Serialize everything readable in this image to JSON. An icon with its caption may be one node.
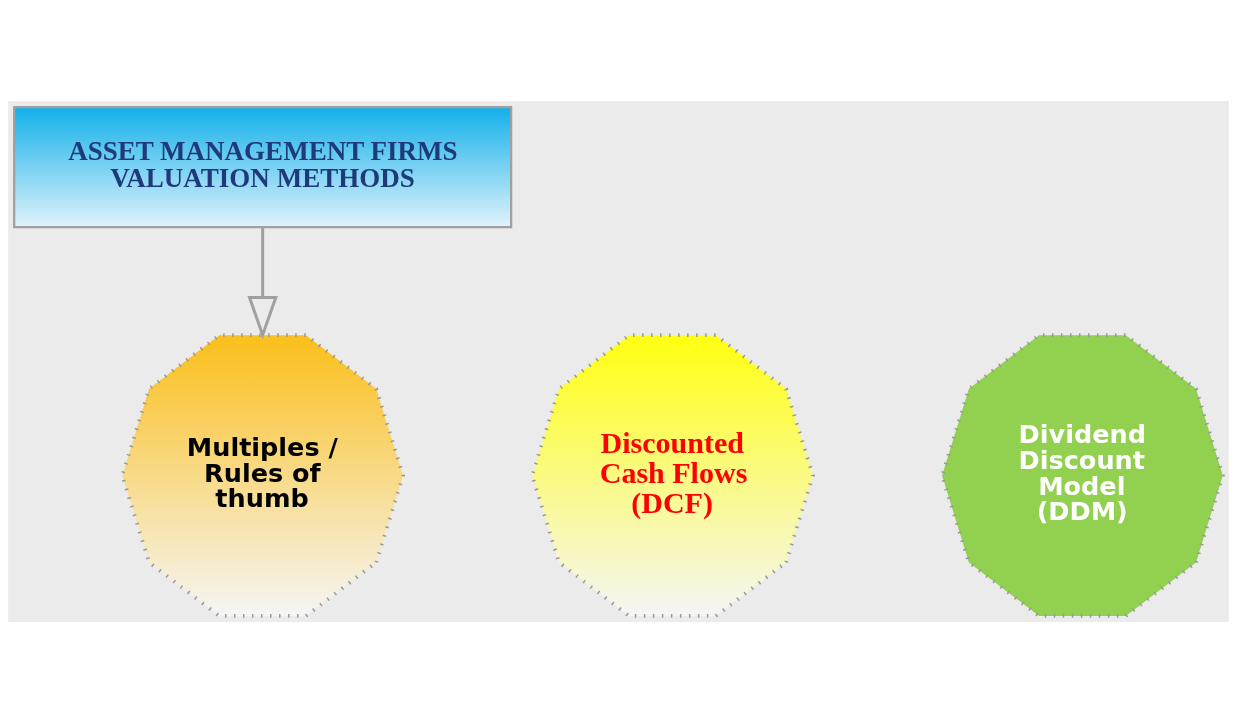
{
  "diagram": {
    "nodes": [
      {
        "text": [
          "ASSET MANAGEMENT FIRMS VALUATION METHODS"
        ]
      },
      {
        "text": [
          "Discounted Cash Flows (DCF)"
        ]
      },
      {
        "text": [
          "Multiples / Rules of thumb"
        ]
      },
      {
        "text": [
          "Dividend Discount Model (DDM)"
        ]
      }
    ],
    "edges": [
      {
        "from": 0,
        "to": 2,
        "arrow": "to"
      }
    ]
  }
}
